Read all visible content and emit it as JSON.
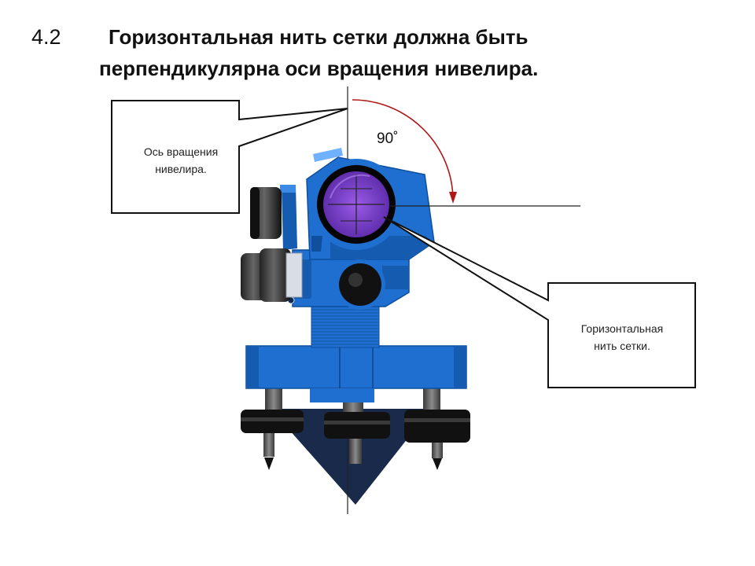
{
  "slide": {
    "number": "4.2",
    "title_line1": "Горизонтальная нить сетки должна быть",
    "title_line2": "перпендикулярна оси вращения нивелира."
  },
  "callouts": {
    "left_line1": "Ось вращения",
    "left_line2": "нивелира.",
    "right_line1": "Горизонтальная",
    "right_line2": "нить сетки."
  },
  "angle_label": "90˚",
  "colors": {
    "instrument_blue": "#1f6fd1",
    "instrument_dark_blue": "#155bb0",
    "reticle_purple": "#7b3fd0",
    "base_navy": "#1a2a4a",
    "angle_arc": "#b01818"
  }
}
